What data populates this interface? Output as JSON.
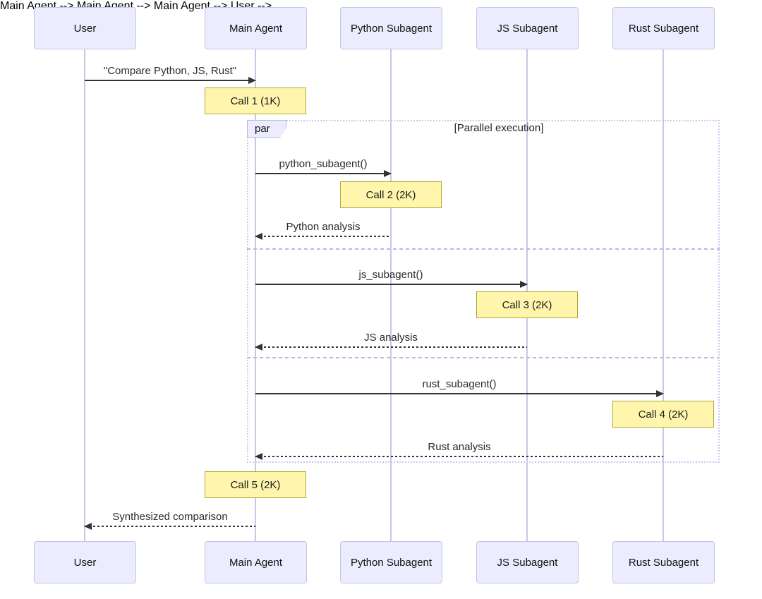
{
  "diagram": {
    "type": "sequence-diagram",
    "actors": [
      {
        "id": "user",
        "label": "User"
      },
      {
        "id": "main",
        "label": "Main Agent"
      },
      {
        "id": "python",
        "label": "Python Subagent"
      },
      {
        "id": "js",
        "label": "JS Subagent"
      },
      {
        "id": "rust",
        "label": "Rust Subagent"
      }
    ],
    "messages": [
      {
        "from": "User",
        "to": "Main Agent",
        "style": "solid",
        "label": "\"Compare Python, JS, Rust\""
      },
      {
        "from": "Main Agent",
        "to": "Python Subagent",
        "style": "solid",
        "label": "python_subagent()"
      },
      {
        "from": "Python Subagent",
        "to": "Main Agent",
        "style": "dashed",
        "label": "Python analysis"
      },
      {
        "from": "Main Agent",
        "to": "JS Subagent",
        "style": "solid",
        "label": "js_subagent()"
      },
      {
        "from": "JS Subagent",
        "to": "Main Agent",
        "style": "dashed",
        "label": "JS analysis"
      },
      {
        "from": "Main Agent",
        "to": "Rust Subagent",
        "style": "solid",
        "label": "rust_subagent()"
      },
      {
        "from": "Rust Subagent",
        "to": "Main Agent",
        "style": "dashed",
        "label": "Rust analysis"
      },
      {
        "from": "Main Agent",
        "to": "User",
        "style": "dashed",
        "label": "Synthesized comparison"
      }
    ],
    "notes": [
      {
        "over": "Main Agent",
        "label": "Call 1 (1K)"
      },
      {
        "over": "Python Subagent",
        "label": "Call 2 (2K)"
      },
      {
        "over": "JS Subagent",
        "label": "Call 3 (2K)"
      },
      {
        "over": "Rust Subagent",
        "label": "Call 4 (2K)"
      },
      {
        "over": "Main Agent",
        "label": "Call 5 (2K)"
      }
    ],
    "par_block": {
      "label": "par",
      "condition": "[Parallel execution]"
    },
    "colors": {
      "actor_fill": "#ECECFF",
      "actor_border": "#C4C4E6",
      "note_fill": "#FFF5AD",
      "note_border": "#AAAA33",
      "lifeline": "#CBC5E6",
      "arrow": "#333333",
      "par_border": "#CDC7EE",
      "text": "#222222",
      "background": "#FFFFFF"
    }
  }
}
